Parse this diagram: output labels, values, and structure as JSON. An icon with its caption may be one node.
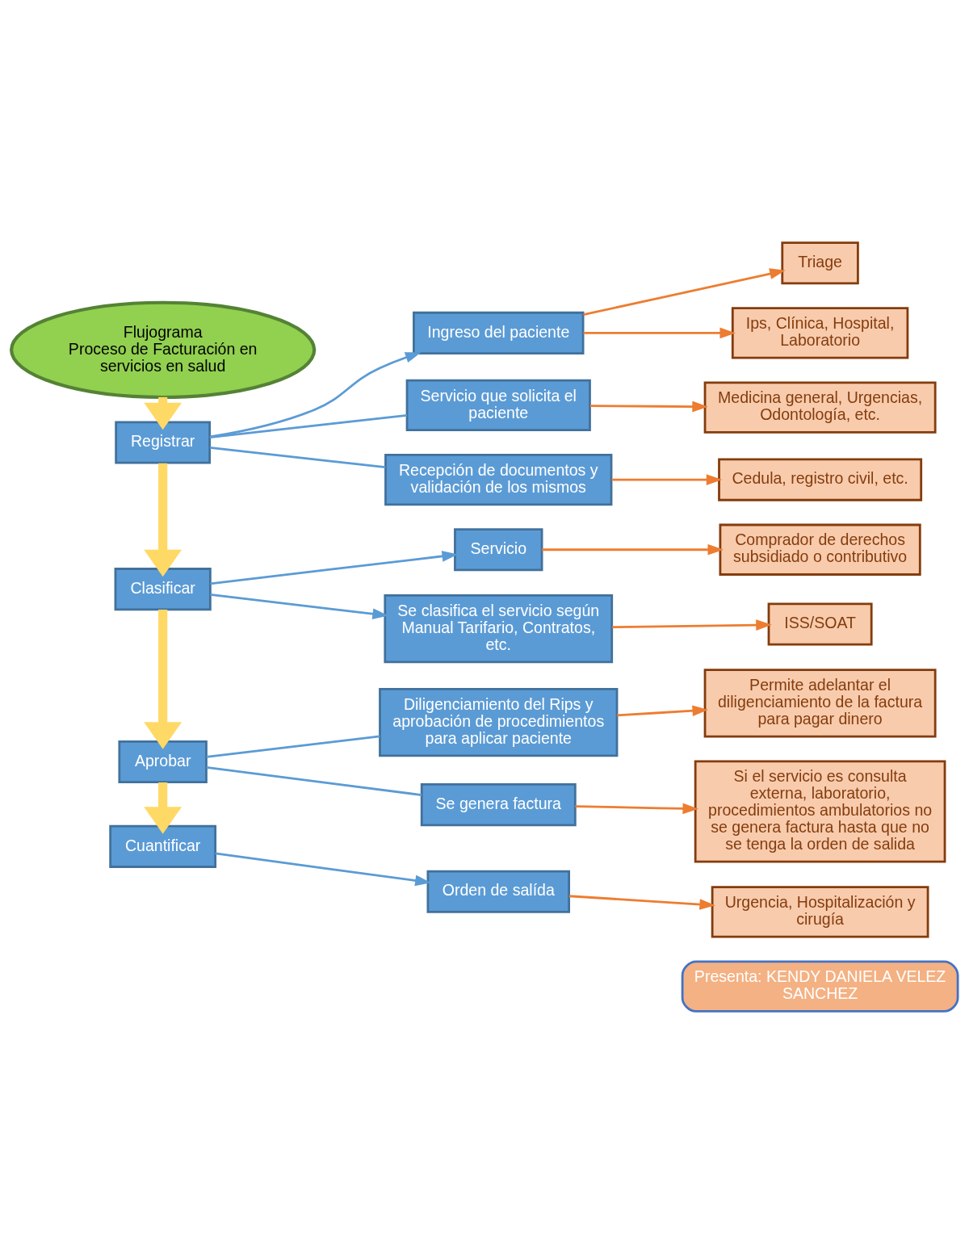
{
  "diagram": {
    "nodes": [
      {
        "text": [
          "Presenta: KENDY DANIELA VELEZ SANCHEZ"
        ]
      },
      {
        "text": [
          "Flujograma",
          "Proceso de Facturación en servicios en salud"
        ]
      },
      {
        "text": [
          "Registrar"
        ]
      },
      {
        "text": [
          "Ingreso del paciente"
        ]
      },
      {
        "text": [
          "Servicio que solicita el paciente"
        ]
      },
      {
        "text": [
          "Recepción de documentos y validación de los mismos"
        ]
      },
      {
        "text": [
          "Triage"
        ]
      },
      {
        "text": [
          "Ips, Clínica, Hospital, Laboratorio"
        ]
      },
      {
        "text": [
          "Medicina general, Urgencias, Odontología, etc."
        ]
      },
      {
        "text": [
          "Cedula, registro civil, etc."
        ]
      },
      {
        "text": [
          "Clasificar"
        ]
      },
      {
        "text": [
          "Servicio"
        ]
      },
      {
        "text": [
          "Se clasifica el servicio según Manual Tarifario, Contratos, etc."
        ]
      },
      {
        "text": [
          "Comprador de derechos subsidiado o contributivo"
        ]
      },
      {
        "text": [
          "ISS/SOAT"
        ]
      },
      {
        "text": [
          "Aprobar"
        ]
      },
      {
        "text": [
          "Diligenciamiento del Rips y aprobación de procedimientos para aplicar paciente"
        ]
      },
      {
        "text": [
          "Se genera factura"
        ]
      },
      {
        "text": [
          "Permite adelantar el diligenciamiento de la factura para pagar dinero"
        ]
      },
      {
        "text": [
          "Si el servicio es consulta externa, laboratorio, procedimientos ambulatorios no se genera factura hasta que no se tenga la orden de salida"
        ]
      },
      {
        "text": [
          "Cuantificar"
        ]
      },
      {
        "text": [
          "Orden de salída"
        ]
      },
      {
        "text": [
          "Urgencia, Hospitalización y cirugía"
        ]
      }
    ],
    "edges": [
      {
        "from": 1,
        "to": 2,
        "arrow": "to",
        "style": "thick",
        "color": "#ffd966"
      },
      {
        "from": 2,
        "to": 3,
        "arrow": "to",
        "color": "#5b9bd5"
      },
      {
        "from": 2,
        "to": 4,
        "arrow": "none",
        "color": "#5b9bd5"
      },
      {
        "from": 2,
        "to": 5,
        "arrow": "none",
        "color": "#5b9bd5"
      },
      {
        "from": 3,
        "to": 6,
        "arrow": "to"
      },
      {
        "from": 3,
        "to": 7,
        "arrow": "to"
      },
      {
        "from": 4,
        "to": 8,
        "arrow": "to"
      },
      {
        "from": 5,
        "to": 9,
        "arrow": "to"
      },
      {
        "from": 2,
        "to": 10,
        "arrow": "to",
        "style": "thick",
        "color": "#ffd966"
      },
      {
        "from": 10,
        "to": 11,
        "arrow": "to",
        "color": "#5b9bd5"
      },
      {
        "from": 10,
        "to": 12,
        "arrow": "to",
        "color": "#5b9bd5"
      },
      {
        "from": 11,
        "to": 13,
        "arrow": "to"
      },
      {
        "from": 12,
        "to": 14,
        "arrow": "to"
      },
      {
        "from": 10,
        "to": 15,
        "arrow": "to",
        "style": "thick",
        "color": "#ffd966"
      },
      {
        "from": 15,
        "to": 16,
        "arrow": "none",
        "color": "#5b9bd5"
      },
      {
        "from": 15,
        "to": 17,
        "arrow": "none",
        "color": "#5b9bd5"
      },
      {
        "from": 16,
        "to": 18,
        "arrow": "to"
      },
      {
        "from": 17,
        "to": 19,
        "arrow": "to"
      },
      {
        "from": 15,
        "to": 20,
        "arrow": "to",
        "style": "thick",
        "color": "#ffd966"
      },
      {
        "from": 20,
        "to": 21,
        "arrow": "to",
        "color": "#5b9bd5"
      },
      {
        "from": 21,
        "to": 22,
        "arrow": "to"
      }
    ]
  }
}
